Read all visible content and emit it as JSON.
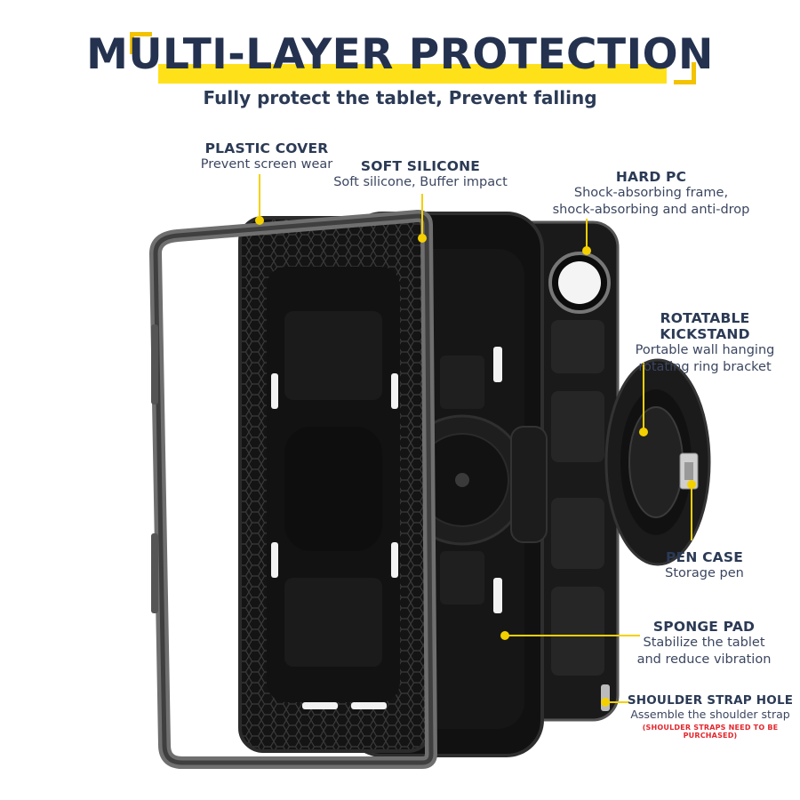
{
  "header": {
    "title": "MULTI-LAYER PROTECTION",
    "subtitle": "Fully protect the tablet, Prevent falling",
    "accent_color": "#ffe11a",
    "bracket_color": "#f3c300",
    "text_color": "#24324f"
  },
  "callouts": {
    "plastic_cover": {
      "title": "PLASTIC COVER",
      "desc": "Prevent screen wear"
    },
    "soft_silicone": {
      "title": "SOFT SILICONE",
      "desc": "Soft silicone, Buffer impact"
    },
    "hard_pc": {
      "title": "HARD PC",
      "desc_1": "Shock-absorbing frame,",
      "desc_2": "shock-absorbing and anti-drop"
    },
    "kickstand": {
      "title": "ROTATABLE KICKSTAND",
      "desc_1": "Portable wall hanging",
      "desc_2": "rotating ring bracket"
    },
    "pen_case": {
      "title": "PEN CASE",
      "desc": "Storage pen"
    },
    "sponge_pad": {
      "title": "SPONGE PAD",
      "desc_1": "Stabilize the tablet",
      "desc_2": "and reduce vibration"
    },
    "strap_hole": {
      "title": "SHOULDER STRAP HOLE",
      "desc": "Assemble the shoulder strap",
      "warning": "(SHOULDER STRAPS NEED TO BE PURCHASED)",
      "warning_color": "#e3262d"
    }
  },
  "leader_color": "#f5d000"
}
